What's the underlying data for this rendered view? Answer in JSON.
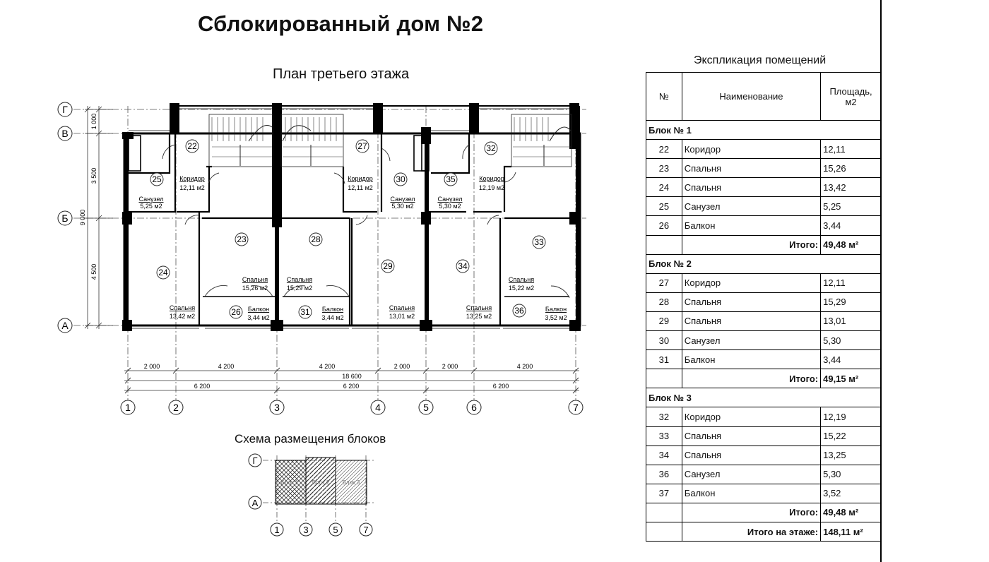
{
  "header": {
    "title": "Сблокированный дом №2"
  },
  "plan": {
    "title": "План третьего этажа",
    "axes_rows": [
      "Г",
      "В",
      "Б",
      "А"
    ],
    "axes_cols": [
      "1",
      "2",
      "3",
      "4",
      "5",
      "6",
      "7"
    ],
    "dims_vertical": [
      "1 000",
      "3 500",
      "9 000",
      "4 500"
    ],
    "dims_row1": [
      "2 000",
      "4 200",
      "4 200",
      "2 000",
      "2 000",
      "4 200"
    ],
    "dims_total": "18 600",
    "dims_row3": [
      "6 200",
      "6 200",
      "6 200"
    ],
    "rooms": [
      {
        "num": "22"
      },
      {
        "num": "25",
        "name": "Санузел",
        "area": "5,25 м2"
      },
      {
        "num": "",
        "name": "Коридор",
        "area": "12,11 м2"
      },
      {
        "num": "27"
      },
      {
        "num": "",
        "name": "Коридор",
        "area": "12,11 м2"
      },
      {
        "num": "30",
        "name": "Санузел",
        "area": "5,30 м2"
      },
      {
        "num": "35",
        "name": "Санузел",
        "area": "5,30 м2"
      },
      {
        "num": "32"
      },
      {
        "num": "",
        "name": "Коридор",
        "area": "12,19 м2"
      },
      {
        "num": "23",
        "name": "Спальня",
        "area": "15,26 м2"
      },
      {
        "num": "28",
        "name": "Спальня",
        "area": "15,29 м2"
      },
      {
        "num": "24",
        "name": "Спальня",
        "area": "13,42 м2"
      },
      {
        "num": "29",
        "name": "Спальня",
        "area": "13,01 м2"
      },
      {
        "num": "34",
        "name": "Спальня",
        "area": "13,25 м2"
      },
      {
        "num": "33",
        "name": "Спальня",
        "area": "15,22 м2"
      },
      {
        "num": "26",
        "name": "Балкон",
        "area": "3,44 м2"
      },
      {
        "num": "31",
        "name": "Балкон",
        "area": "3,44 м2"
      },
      {
        "num": "36",
        "name": "Балкон",
        "area": "3,52 м2"
      }
    ]
  },
  "scheme": {
    "title": "Схема размещения блоков",
    "axes_rows": [
      "Г",
      "А"
    ],
    "axes_cols": [
      "1",
      "3",
      "5",
      "7"
    ],
    "blocks": [
      "Блок 1",
      "Блок 2",
      "Блок 3"
    ]
  },
  "explication": {
    "title": "Экспликация помещений",
    "headers": [
      "№",
      "Наименование",
      "Площадь, м2"
    ],
    "blocks": [
      {
        "name": "Блок № 1",
        "rows": [
          {
            "no": "22",
            "name": "Коридор",
            "area": "12,11"
          },
          {
            "no": "23",
            "name": "Спальня",
            "area": "15,26"
          },
          {
            "no": "24",
            "name": "Спальня",
            "area": "13,42"
          },
          {
            "no": "25",
            "name": "Санузел",
            "area": "5,25"
          },
          {
            "no": "26",
            "name": "Балкон",
            "area": "3,44"
          }
        ],
        "total_label": "Итого:",
        "total": "49,48 м²"
      },
      {
        "name": "Блок № 2",
        "rows": [
          {
            "no": "27",
            "name": "Коридор",
            "area": "12,11"
          },
          {
            "no": "28",
            "name": "Спальня",
            "area": "15,29"
          },
          {
            "no": "29",
            "name": "Спальня",
            "area": "13,01"
          },
          {
            "no": "30",
            "name": "Санузел",
            "area": "5,30"
          },
          {
            "no": "31",
            "name": "Балкон",
            "area": "3,44"
          }
        ],
        "total_label": "Итого:",
        "total": "49,15 м²"
      },
      {
        "name": "Блок № 3",
        "rows": [
          {
            "no": "32",
            "name": "Коридор",
            "area": "12,19"
          },
          {
            "no": "33",
            "name": "Спальня",
            "area": "15,22"
          },
          {
            "no": "34",
            "name": "Спальня",
            "area": "13,25"
          },
          {
            "no": "36",
            "name": "Санузел",
            "area": "5,30"
          },
          {
            "no": "37",
            "name": "Балкон",
            "area": "3,52"
          }
        ],
        "total_label": "Итого:",
        "total": "49,48 м²"
      }
    ],
    "grand_total_label": "Итого на этаже:",
    "grand_total": "148,11 м²"
  }
}
